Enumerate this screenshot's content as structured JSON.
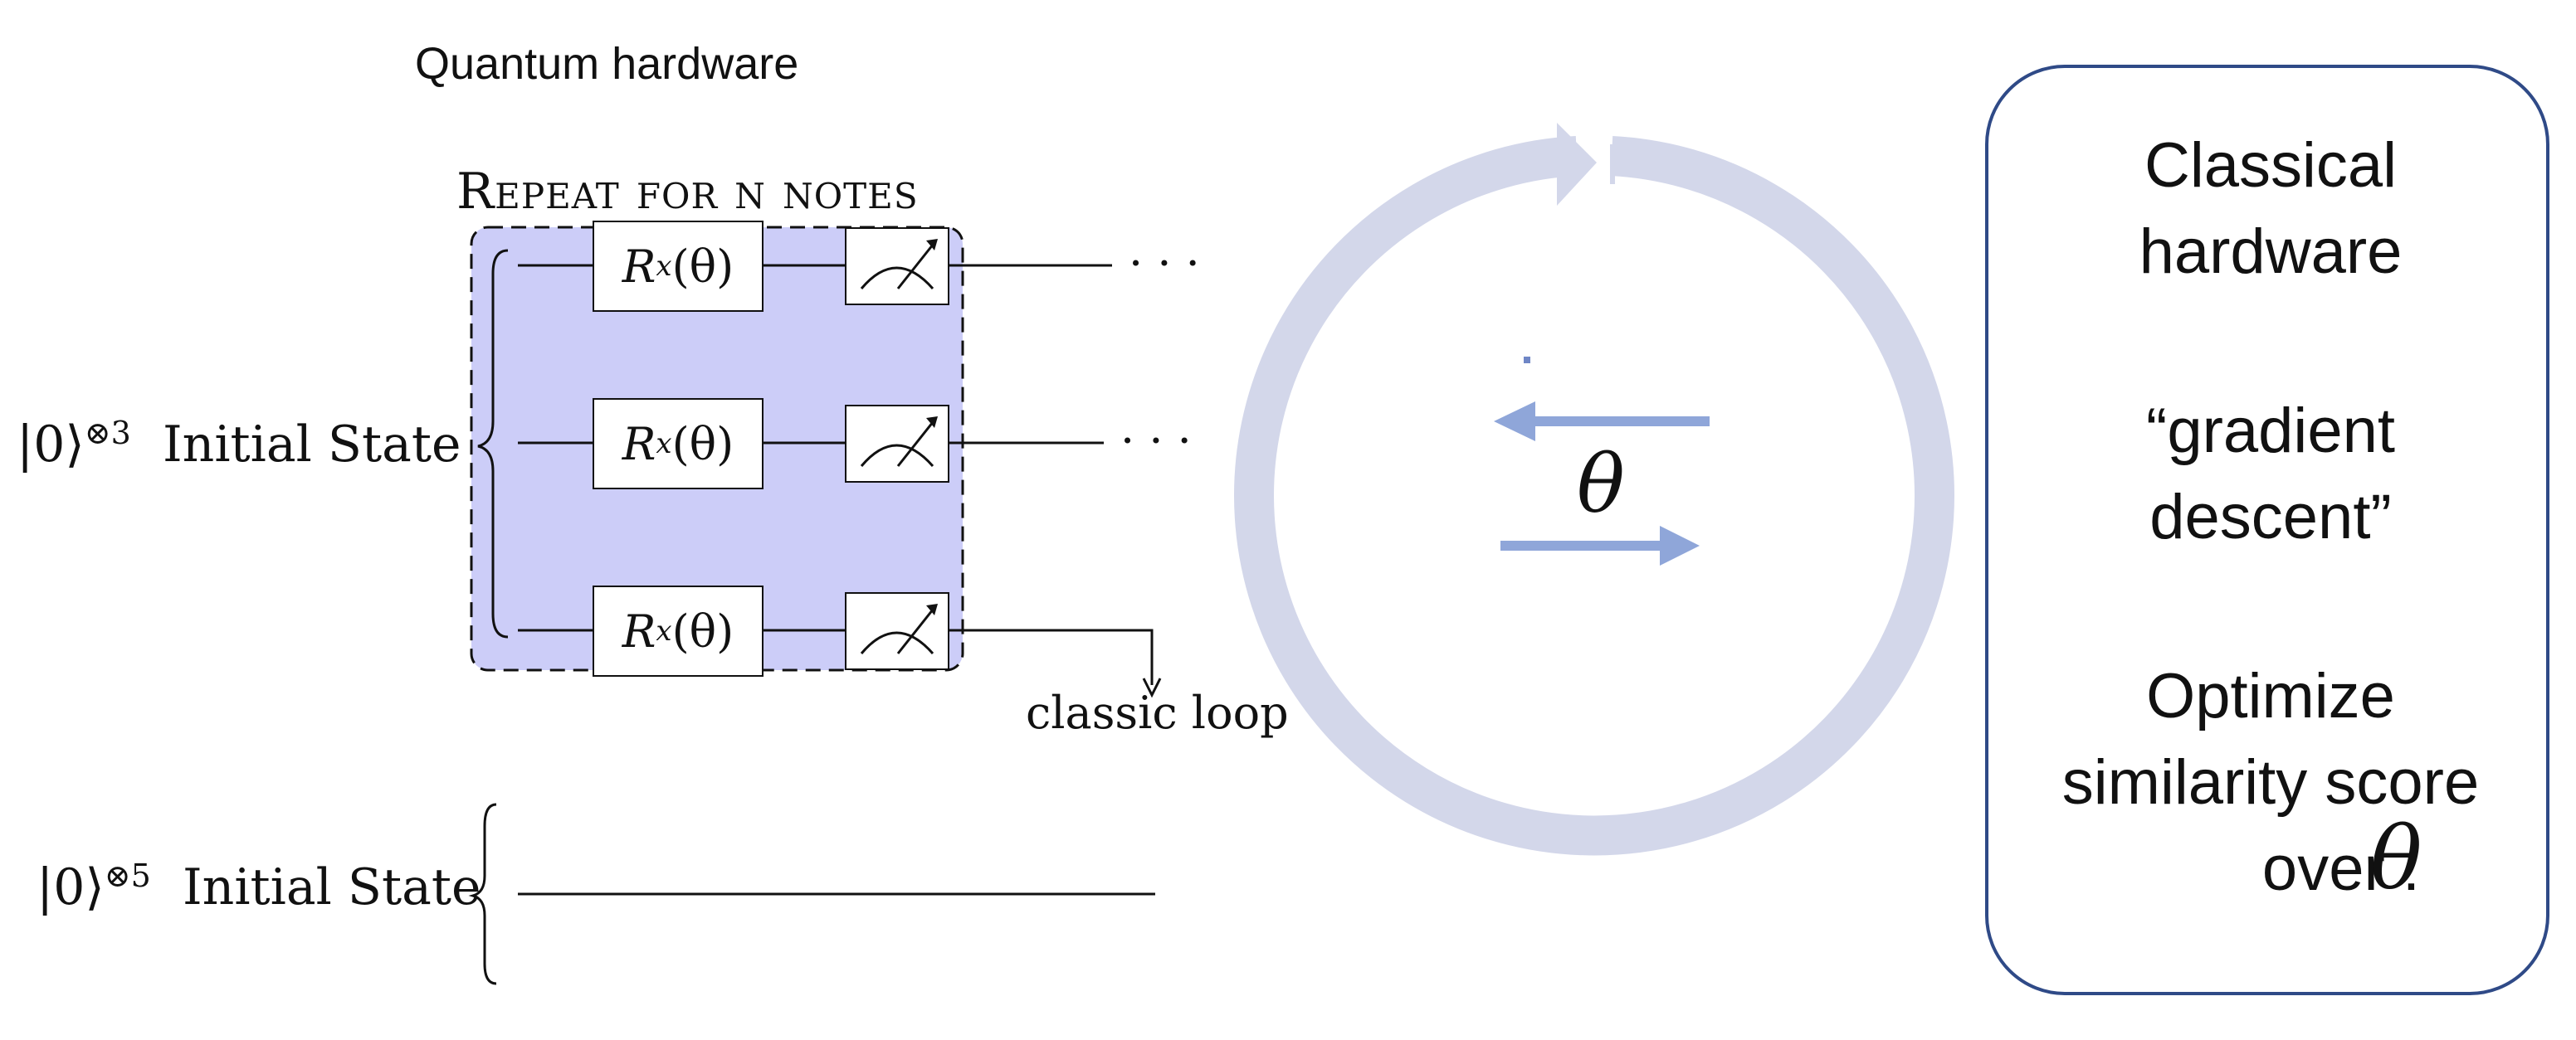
{
  "quantum": {
    "title": "Quantum hardware",
    "repeat_label": "Repeat for n notes",
    "gate_label": "R",
    "gate_sub": "x",
    "gate_arg": "(θ)",
    "dots": "· · ·",
    "classic_loop_label": "classic loop"
  },
  "register_a": {
    "ket": "|0⟩",
    "power": "⊗3",
    "label": "Initial State"
  },
  "register_b": {
    "ket": "|0⟩",
    "power": "⊗5",
    "label": "Initial State"
  },
  "loop": {
    "theta": "θ"
  },
  "classical": {
    "title_line1": "Classical",
    "title_line2": "hardware",
    "method_line1": "“gradient",
    "method_line2": "descent”",
    "objective_line1": "Optimize",
    "objective_line2": "similarity score",
    "objective_line3": "over :",
    "objective_var": "θ"
  },
  "colors": {
    "block_fill": "#cccdf8",
    "ring": "#d3d7ea",
    "arrow": "#8fa6d9",
    "box_border": "#2f4a87",
    "line": "#111111"
  }
}
